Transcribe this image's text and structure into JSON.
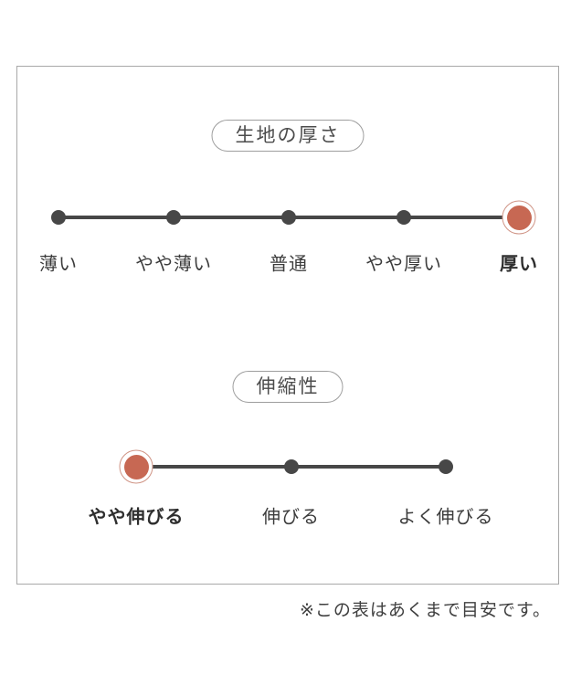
{
  "note": "※この表はあくまで目安です。",
  "colors": {
    "accent": "#c76853",
    "accent_ring": "#cf9384",
    "dot": "#474747",
    "line": "#474747",
    "panel_border": "#a8a8a8",
    "pill_border": "#9e9e9e",
    "pill_text": "#4c4c4c",
    "label_text": "#3c3c3c",
    "note_text": "#3f3f3f"
  },
  "chart_data": [
    {
      "type": "scale",
      "title": "生地の厚さ",
      "categories": [
        "薄い",
        "やや薄い",
        "普通",
        "やや厚い",
        "厚い"
      ],
      "selected_index": 4,
      "selected": "厚い",
      "levels": 5,
      "value": 5
    },
    {
      "type": "scale",
      "title": "伸縮性",
      "categories": [
        "やや伸びる",
        "伸びる",
        "よく伸びる"
      ],
      "selected_index": 0,
      "selected": "やや伸びる",
      "levels": 3,
      "value": 1
    }
  ]
}
